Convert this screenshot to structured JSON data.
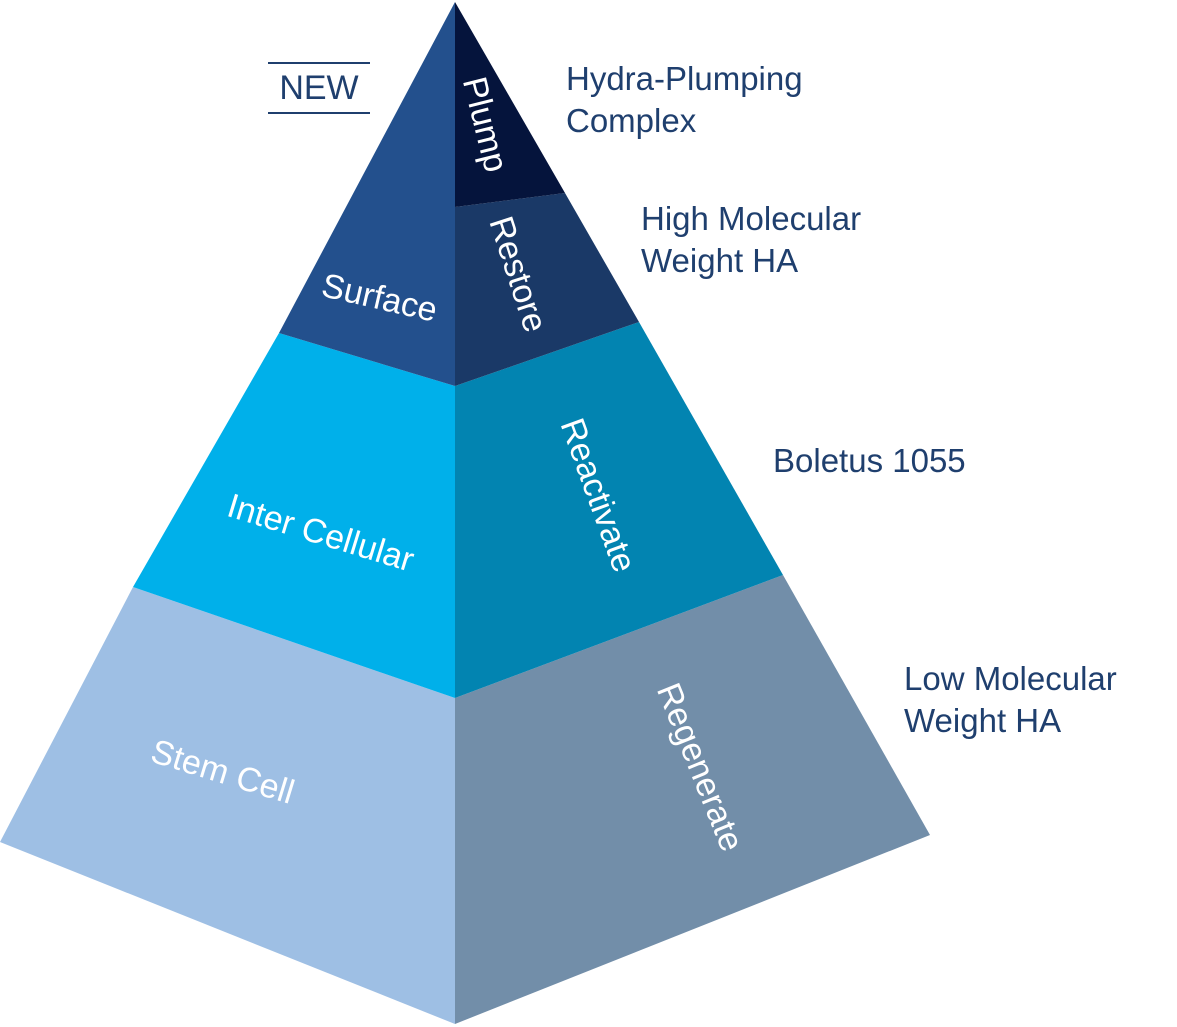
{
  "badge": {
    "text": "NEW"
  },
  "layers": [
    {
      "left_label": "",
      "right_label": "Plump",
      "side_lines": [
        "Hydra-Plumping",
        "Complex"
      ],
      "left_color": "#23508d",
      "right_color": "#05143c"
    },
    {
      "left_label": "Surface",
      "right_label": "Restore",
      "side_lines": [
        "High Molecular",
        "Weight HA"
      ],
      "left_color": "#23508d",
      "right_color": "#1a3967"
    },
    {
      "left_label": "Inter Cellular",
      "right_label": "Reactivate",
      "side_lines": [
        "Boletus 1055"
      ],
      "left_color": "#00b0ea",
      "right_color": "#0284b1"
    },
    {
      "left_label": "Stem Cell",
      "right_label": "Regenerate",
      "side_lines": [
        "Low Molecular",
        "Weight HA"
      ],
      "left_color": "#9ebfe4",
      "right_color": "#728ea9"
    }
  ],
  "text_color": "#1f3f6e"
}
